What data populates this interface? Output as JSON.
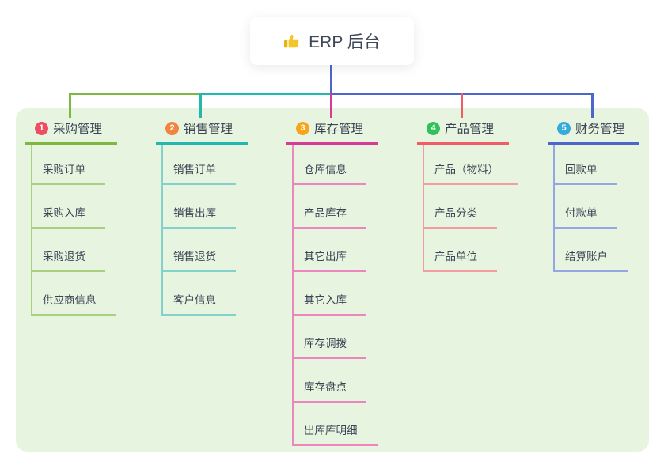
{
  "theme": {
    "panel_bg": "#e7f5e0",
    "text_color": "#3a4454",
    "root_card_bg": "#ffffff",
    "thumb_icon_color": "#f5c425"
  },
  "root": {
    "icon": "thumbs-up-icon",
    "title": "ERP 后台"
  },
  "branches": [
    {
      "index": "1",
      "label": "采购管理",
      "color": "#7cb93e",
      "sub_color": "#a9d07f",
      "badge_color": "#ee4e63",
      "children": [
        "采购订单",
        "采购入库",
        "采购退货",
        "供应商信息"
      ]
    },
    {
      "index": "2",
      "label": "销售管理",
      "color": "#23b8ad",
      "sub_color": "#82d2cb",
      "badge_color": "#f08441",
      "children": [
        "销售订单",
        "销售出库",
        "销售退货",
        "客户信息"
      ]
    },
    {
      "index": "3",
      "label": "库存管理",
      "color": "#d63c94",
      "sub_color": "#ec86c0",
      "badge_color": "#f7a419",
      "children": [
        "仓库信息",
        "产品库存",
        "其它出库",
        "其它入库",
        "库存调拨",
        "库存盘点",
        "出库库明细"
      ]
    },
    {
      "index": "4",
      "label": "产品管理",
      "color": "#f05c68",
      "sub_color": "#f59ba2",
      "badge_color": "#2fc25b",
      "children": [
        "产品（物料）",
        "产品分类",
        "产品单位"
      ]
    },
    {
      "index": "5",
      "label": "财务管理",
      "color": "#4c66cc",
      "sub_color": "#94a7e2",
      "badge_color": "#35aadc",
      "children": [
        "回款单",
        "付款单",
        "结算账户"
      ]
    }
  ]
}
